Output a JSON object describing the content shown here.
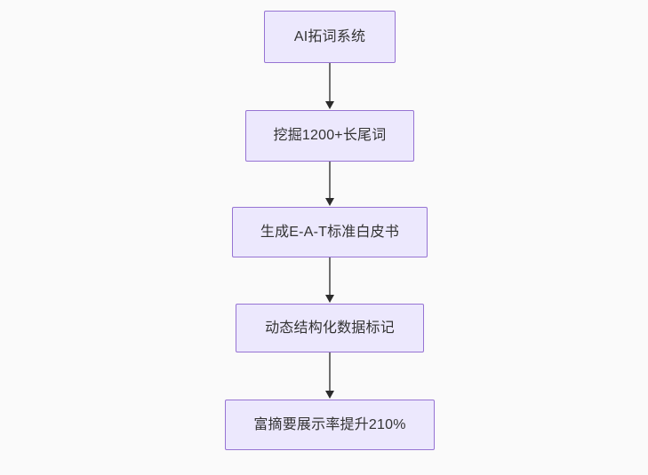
{
  "diagram": {
    "type": "flowchart",
    "orientation": "top-to-bottom",
    "background_color": "#fafafa",
    "node_fill_color": "#ece8fd",
    "node_border_color": "#9673d3",
    "node_text_color": "#333333",
    "edge_color": "#6f6f6f",
    "arrowhead_color": "#2b2b2b",
    "nodes": [
      {
        "id": "node-1",
        "label": "AI拓词系统"
      },
      {
        "id": "node-2",
        "label": "挖掘1200+长尾词"
      },
      {
        "id": "node-3",
        "label": "生成E-A-T标准白皮书"
      },
      {
        "id": "node-4",
        "label": "动态结构化数据标记"
      },
      {
        "id": "node-5",
        "label": "富摘要展示率提升210%"
      }
    ],
    "edges": [
      {
        "id": "edge-1",
        "from": "node-1",
        "to": "node-2"
      },
      {
        "id": "edge-2",
        "from": "node-2",
        "to": "node-3"
      },
      {
        "id": "edge-3",
        "from": "node-3",
        "to": "node-4"
      },
      {
        "id": "edge-4",
        "from": "node-4",
        "to": "node-5"
      }
    ]
  }
}
